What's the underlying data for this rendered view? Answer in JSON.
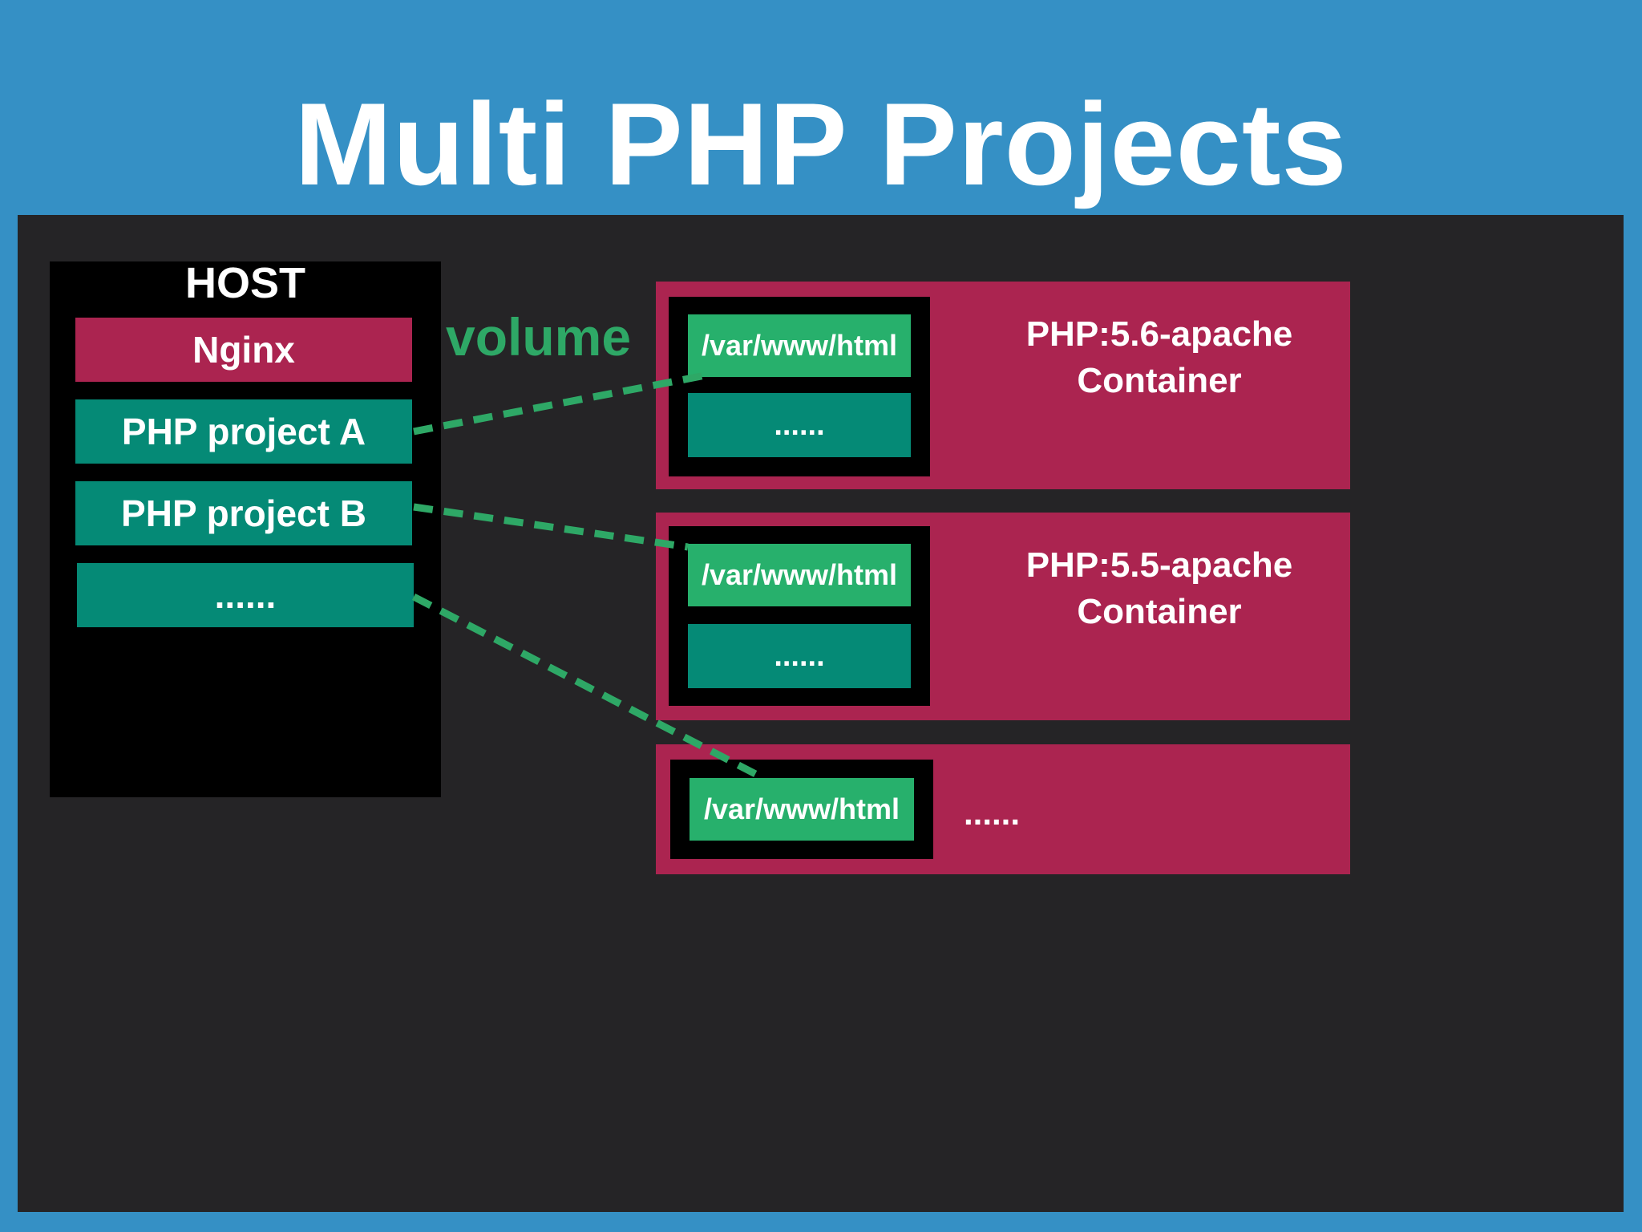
{
  "title": "Multi PHP Projects",
  "host": {
    "label": "HOST",
    "items": [
      "Nginx",
      "PHP project A",
      "PHP project B",
      "......"
    ]
  },
  "volume_label": "volume",
  "containers": [
    {
      "path": "/var/www/html",
      "extra": "......",
      "label_line1": "PHP:5.6-apache",
      "label_line2": "Container"
    },
    {
      "path": "/var/www/html",
      "extra": "......",
      "label_line1": "PHP:5.5-apache",
      "label_line2": "Container"
    },
    {
      "path": "/var/www/html",
      "extra": "......"
    }
  ],
  "colors": {
    "background": "#3590c5",
    "stage": "#252426",
    "crimson": "#ab2450",
    "teal": "#058a76",
    "green": "#27b06c",
    "link": "#2ea866"
  }
}
